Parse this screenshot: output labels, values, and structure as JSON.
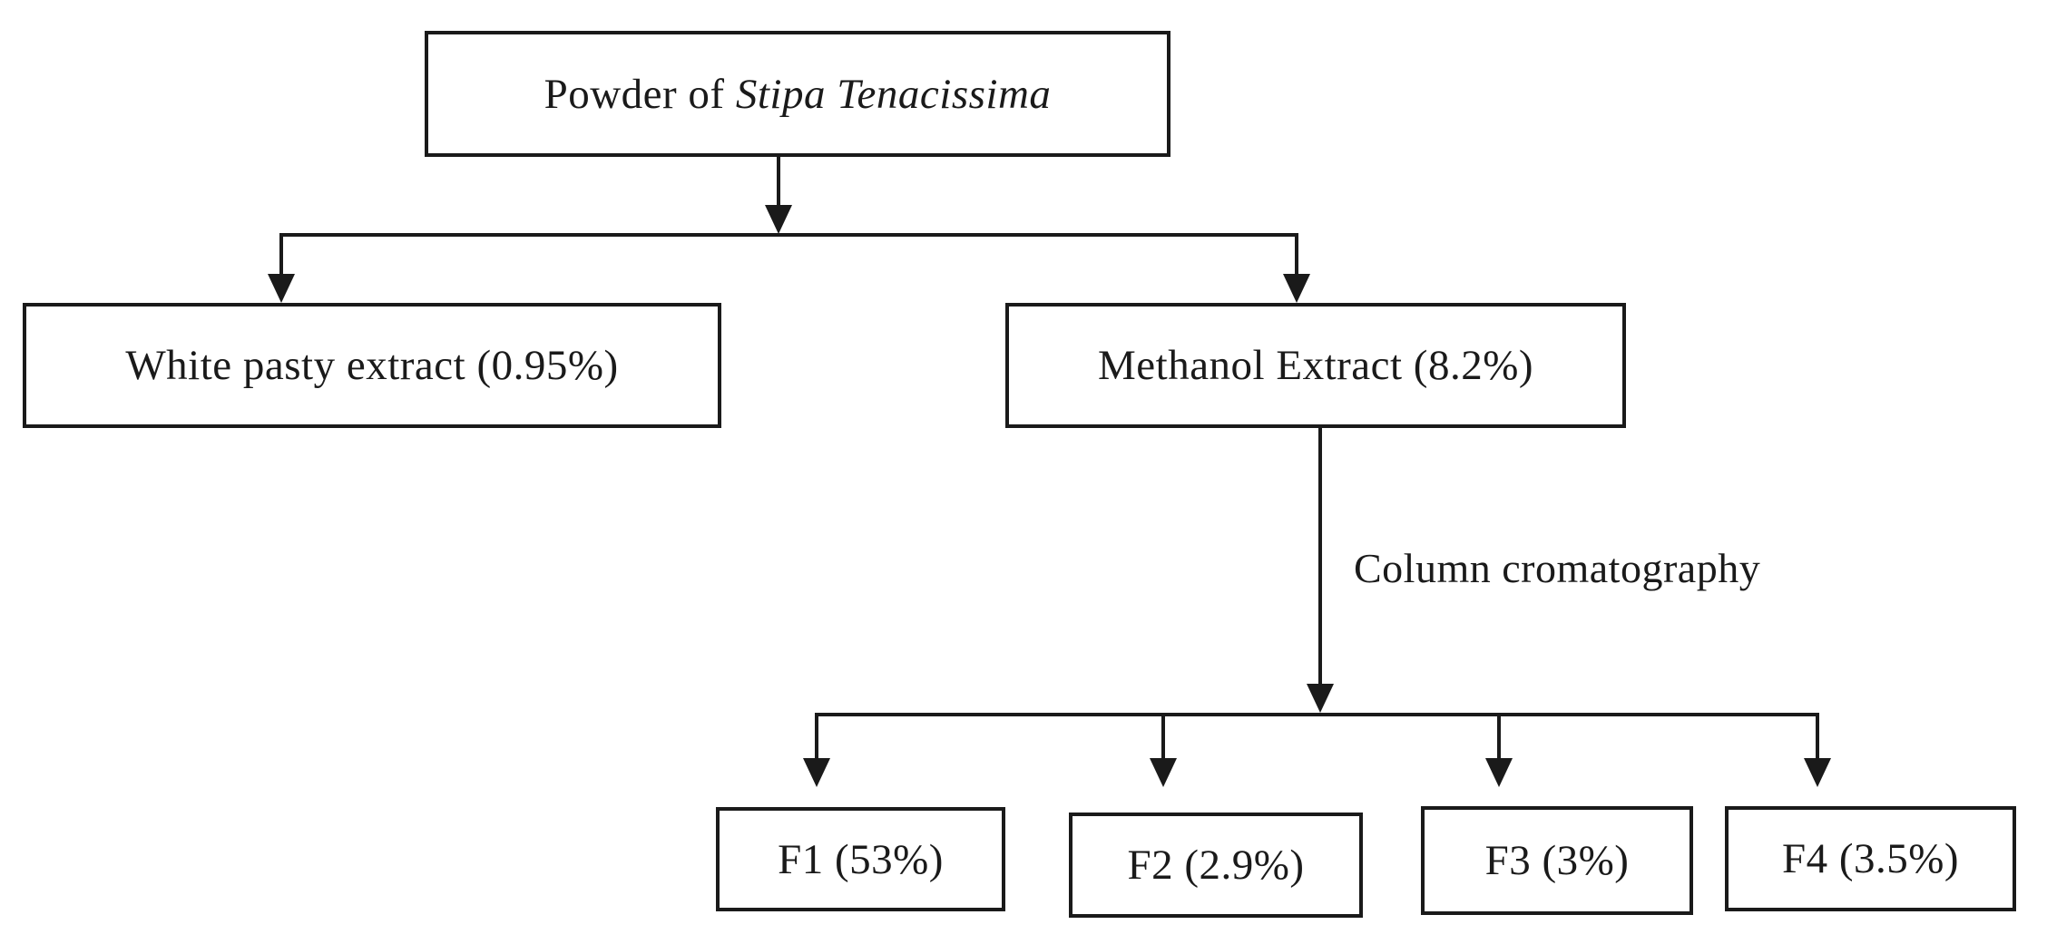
{
  "diagram": {
    "root": {
      "prefix": "Powder of",
      "species": "Stipa Tenacissima"
    },
    "branches": {
      "white_pasty": "White pasty extract (0.95%)",
      "methanol": "Methanol Extract (8.2%)"
    },
    "process_label": "Column cromatography",
    "fractions": [
      {
        "label": "F1 (53%)"
      },
      {
        "label": "F2 (2.9%)"
      },
      {
        "label": "F3 (3%)"
      },
      {
        "label": "F4 (3.5%)"
      }
    ],
    "colors": {
      "ink": "#1a1a1a",
      "background": "#ffffff"
    }
  }
}
